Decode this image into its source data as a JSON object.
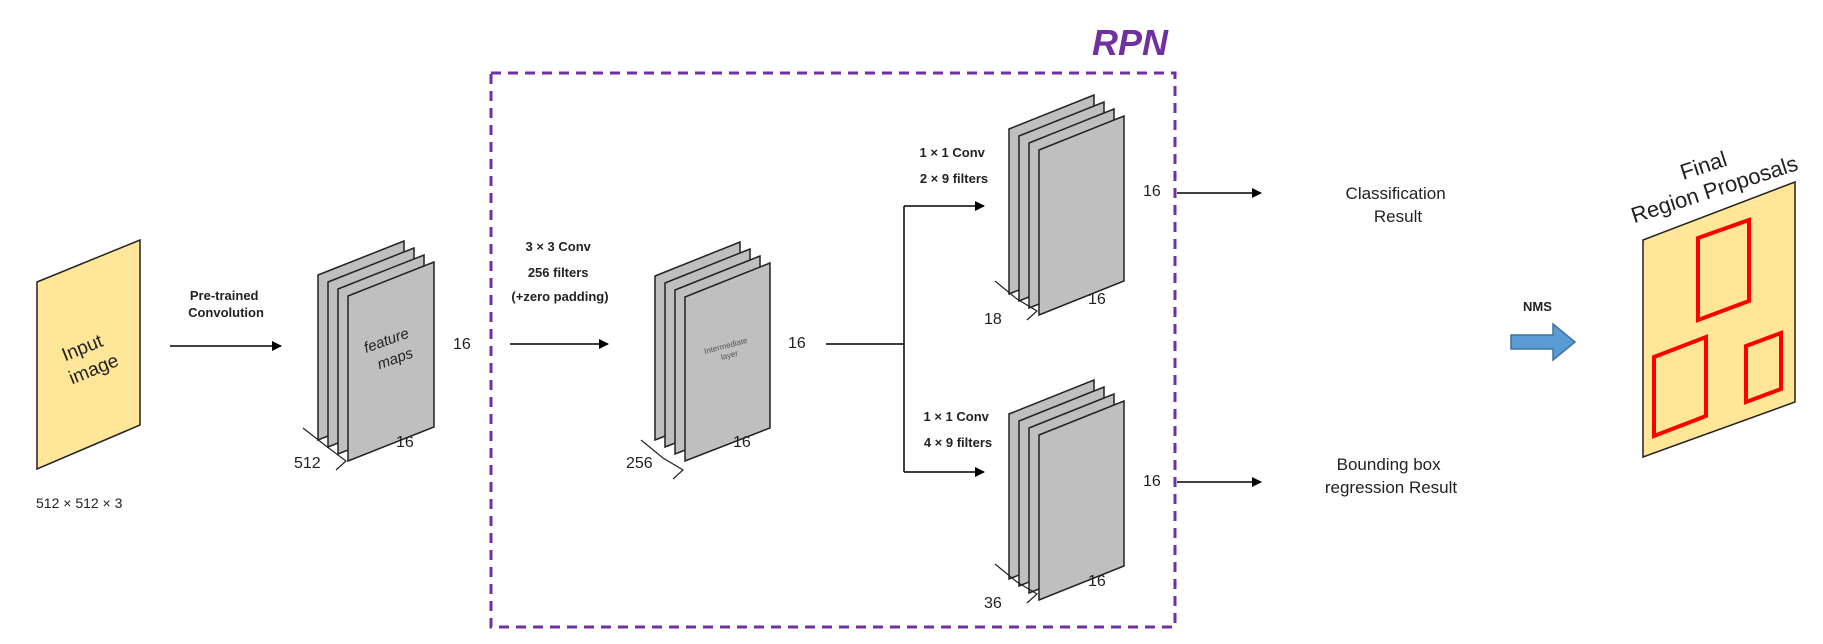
{
  "rpn": {
    "title": "RPN",
    "color": "#7030a0"
  },
  "input": {
    "label_line1": "Input",
    "label_line2": "image",
    "size_label": "512 × 512 × 3",
    "fill": "#ffe699"
  },
  "pretrained": {
    "line1": "Pre-trained",
    "line2": "Convolution"
  },
  "feature_maps": {
    "line1": "feature",
    "line2": "maps",
    "width": "16",
    "height": "16",
    "depth": "512"
  },
  "conv3": {
    "line1": "3 × 3 Conv",
    "line2": "256 filters",
    "line3": "(+zero padding)"
  },
  "intermediate": {
    "line1": "Intermediate",
    "line2": "layer",
    "width": "16",
    "height": "16",
    "depth": "256"
  },
  "cls_branch": {
    "conv": "1 × 1 Conv",
    "filters": "2 × 9 filters",
    "width": "16",
    "height": "16",
    "depth": "18"
  },
  "reg_branch": {
    "conv": "1 × 1 Conv",
    "filters": "4 × 9 filters",
    "width": "16",
    "height": "16",
    "depth": "36"
  },
  "outputs": {
    "classification_line1": "Classification",
    "classification_line2": "Result",
    "regression_line1": "Bounding box",
    "regression_line2": "regression Result"
  },
  "nms": {
    "label": "NMS",
    "arrow_color": "#5b9bd5"
  },
  "final": {
    "line1": "Final",
    "line2": "Region Proposals",
    "fill": "#ffe699",
    "box_color": "#ff0000"
  },
  "colors": {
    "layer_fill": "#bfbfbf"
  }
}
